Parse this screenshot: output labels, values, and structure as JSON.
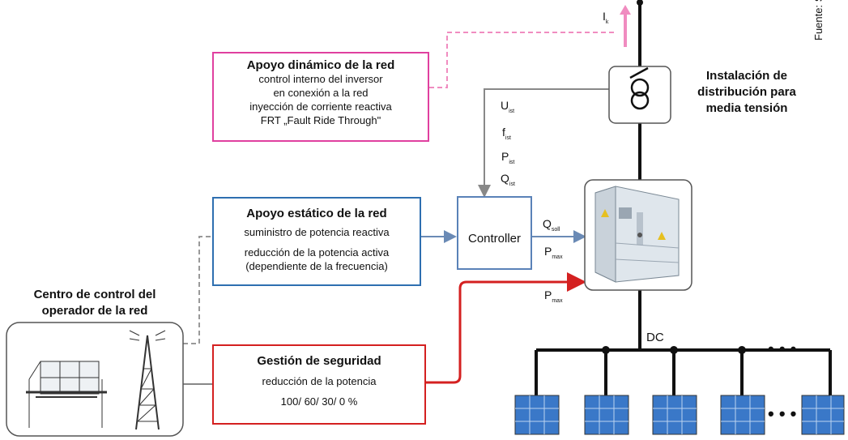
{
  "boxes": {
    "dynamic": {
      "title": "Apoyo dinámico de la red",
      "lines": [
        "control interno del inversor",
        "en conexión a la red",
        "inyección de corriente reactiva",
        "FRT „Fault Ride Through\""
      ]
    },
    "static": {
      "title": "Apoyo estático de la red",
      "lines": [
        "suministro de potencia reactiva",
        "reducción de la potencia activa",
        "(dependiente de la frecuencia)"
      ]
    },
    "safety": {
      "title": "Gestión de seguridad",
      "lines": [
        "reducción de la potencia",
        "100/ 60/ 30/ 0 %"
      ]
    },
    "controller": {
      "label": "Controller"
    }
  },
  "signals": {
    "u_ist": {
      "main": "U",
      "sub": "ist"
    },
    "f_ist": {
      "main": "f",
      "sub": "ist"
    },
    "p_ist": {
      "main": "P",
      "sub": "ist"
    },
    "q_ist": {
      "main": "Q",
      "sub": "ist"
    },
    "q_soll": {
      "main": "Q",
      "sub": "soll"
    },
    "p_max_1": {
      "main": "P",
      "sub": "max"
    },
    "p_max_2": {
      "main": "P",
      "sub": "max"
    },
    "i_k": {
      "main": "I",
      "sub": "k"
    }
  },
  "labels": {
    "installation_line1": "Instalación de",
    "installation_line2": "distribución para",
    "installation_line3": "media tensión",
    "control_center_line1": "Centro de control del",
    "control_center_line2": "operador de la red",
    "dc": "DC",
    "dots": "• • •",
    "source": "Fuente: SMA Solartechnik AG, elaboración propia"
  },
  "colors": {
    "dynamic": "#e0409f",
    "static": "#2e6fb0",
    "safety": "#d42020",
    "controller": "#5a82b8",
    "dashed_pink": "#f08cc0",
    "gray_line": "#888888",
    "bus": "#111111"
  }
}
